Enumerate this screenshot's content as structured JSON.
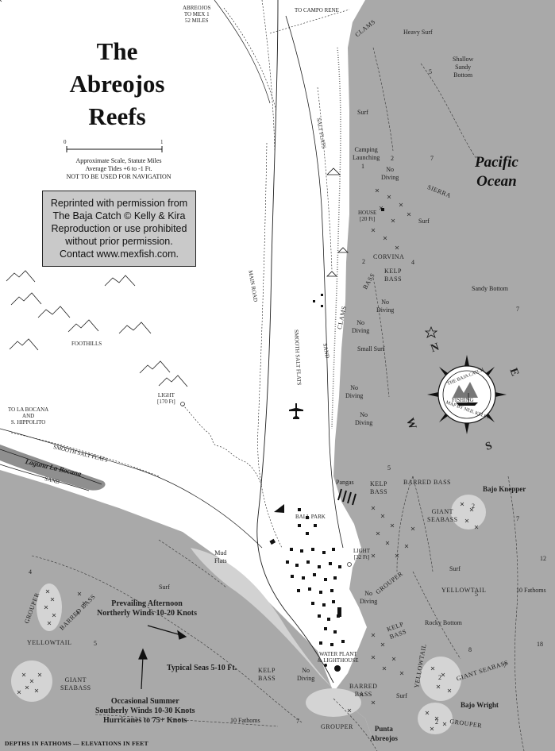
{
  "title": {
    "line1": "The",
    "line2": "Abreojos",
    "line3": "Reefs"
  },
  "scale": {
    "zero": "0",
    "one": "1",
    "caption": "Approximate Scale, Statute Miles",
    "tides": "Average Tides +6 to -1 Ft.",
    "warning": "NOT TO BE USED FOR NAVIGATION"
  },
  "permission": {
    "line1": "Reprinted with permission from",
    "line2": "The Baja Catch © Kelly & Kira",
    "line3": "Reproduction or use prohibited",
    "line4": "without prior permission.",
    "line5": "Contact www.mexfish.com."
  },
  "ocean": {
    "line1": "Pacific",
    "line2": "Ocean"
  },
  "roads": {
    "to_mex1_1": "ABREOJOS",
    "to_mex1_2": "TO MEX 1",
    "to_mex1_3": "52 MILES",
    "to_campo_rene": "TO CAMPO RENE",
    "to_la_bocana_1": "TO LA BOCANA",
    "to_la_bocana_2": "AND",
    "to_la_bocana_3": "S. HIPPOLITO",
    "main_road": "MAIN ROAD"
  },
  "land": {
    "salt_flats": "SALT FLATS",
    "smooth_salt_flats_v": "SMOOTH SALT FLATS",
    "smooth_salt_flats_h": "SMOOTH SALT FLATS",
    "sand_v": "SAND",
    "sand_h": "SAND",
    "foothills": "FOOTHILLS",
    "light1_1": "LIGHT",
    "light1_2": "[170 Ft]",
    "house_1": "HOUSE",
    "house_2": "[20 Ft]",
    "camping_1": "Camping",
    "camping_2": "Launching",
    "ball_park": "BALL PARK",
    "mud_1": "Mud",
    "mud_2": "Flats",
    "light2_1": "LIGHT",
    "light2_2": "[32 Ft]",
    "water_plant_1": "WATER PLANT",
    "water_plant_2": "& LIGHTHOUSE",
    "laguna": "Laguna La Bocana",
    "pangas": "Pangas",
    "punta_1": "Punta",
    "punta_2": "Abreojos"
  },
  "ocean_labels": {
    "clams_top": "CLAMS",
    "heavy_surf": "Heavy Surf",
    "shallow_1": "Shallow",
    "shallow_2": "Sandy",
    "shallow_3": "Bottom",
    "surf1": "Surf",
    "surf2": "Surf",
    "no_diving1_1": "No",
    "no_diving1_2": "Diving",
    "sierra": "SIERRA",
    "corvina": "CORVINA",
    "bass": "BASS",
    "kelp_bass1_1": "KELP",
    "kelp_bass1_2": "BASS",
    "sandy_bottom": "Sandy Bottom",
    "no_diving2_1": "No",
    "no_diving2_2": "Diving",
    "no_diving3_1": "No",
    "no_diving3_2": "Diving",
    "clams_mid": "CLAMS",
    "small_surf": "Small Surf",
    "no_diving4_1": "No",
    "no_diving4_2": "Diving",
    "no_diving5_1": "No",
    "no_diving5_2": "Diving",
    "kelp_bass2_1": "KELP",
    "kelp_bass2_2": "BASS",
    "barred_bass1": "BARRED BASS",
    "bajo_knepper": "Bajo Knepper",
    "giant_seabass1_1": "GIANT",
    "giant_seabass1_2": "SEABASS",
    "surf3": "Surf",
    "grouper1": "GROUPER",
    "yellowtail1": "YELLOWTAIL",
    "ten_fathoms1": "10 Fathoms",
    "no_diving6_1": "No",
    "no_diving6_2": "Diving",
    "kelp_bass3_1": "KELP",
    "kelp_bass3_2": "BASS",
    "rocky_bottom": "Rocky Bottom",
    "yellowtail2": "YELLOWTAIL",
    "giant_seabass2": "GIANT SEABASS",
    "bajo_wright": "Bajo Wright",
    "grouper2": "GROUPER",
    "surf4": "Surf",
    "barred_bass2_1": "BARRED",
    "barred_bass2_2": "BASS",
    "kelp_bass4_1": "KELP",
    "kelp_bass4_2": "BASS",
    "no_diving7_1": "No",
    "no_diving7_2": "Diving",
    "grouper3": "GROUPER",
    "surf5": "Surf",
    "grouper4": "GROUPER",
    "barred_bass3": "BARRED BASS",
    "yellowtail3": "YELLOWTAIL",
    "giant_seabass3_1": "GIANT",
    "giant_seabass3_2": "SEABASS",
    "ten_fathoms2": "10 Fathoms"
  },
  "winds": {
    "prevailing_1": "Prevailing Afternoon",
    "prevailing_2": "Northerly Winds 10-20 Knots",
    "seas": "Typical Seas 5-10 Ft.",
    "summer_1": "Occasional Summer",
    "summer_2": "Southerly Winds 10-30 Knots",
    "summer_3": "Hurricanes to 75+ Knots"
  },
  "depths": [
    "5",
    "2",
    "7",
    "1",
    "2",
    "4",
    "7",
    "5",
    "2",
    "7",
    "12",
    "5",
    "10",
    "8",
    "2",
    "7",
    "18",
    "2",
    "4",
    "5",
    "7"
  ],
  "compass": {
    "N": "N",
    "E": "E",
    "S": "S",
    "W": "W",
    "top": "THE BAJA CATCH",
    "middle": "FISHING",
    "bottom": "MAP BY NEIL KELLY"
  },
  "footer": "DEPTHS IN FATHOMS — ELEVATIONS IN FEET",
  "colors": {
    "ocean": "#a9a9a9",
    "land": "#ffffff",
    "reef": "#d4d4d4",
    "mud": "#d2d2d2",
    "lagoon": "#8f8f8f",
    "ink": "#1e1e1e"
  }
}
